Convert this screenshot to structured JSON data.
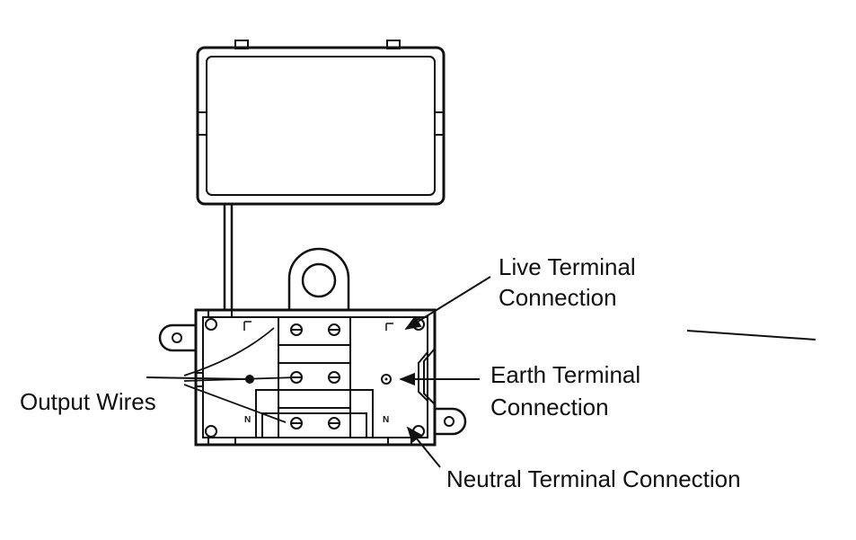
{
  "labels": {
    "live_line1": "Live Terminal",
    "live_line2": "Connection",
    "earth_line1": "Earth Terminal",
    "earth_line2": "Connection",
    "neutral": "Neutral Terminal Connection",
    "output": "Output Wires",
    "mark_l": "L",
    "mark_n": "N"
  }
}
